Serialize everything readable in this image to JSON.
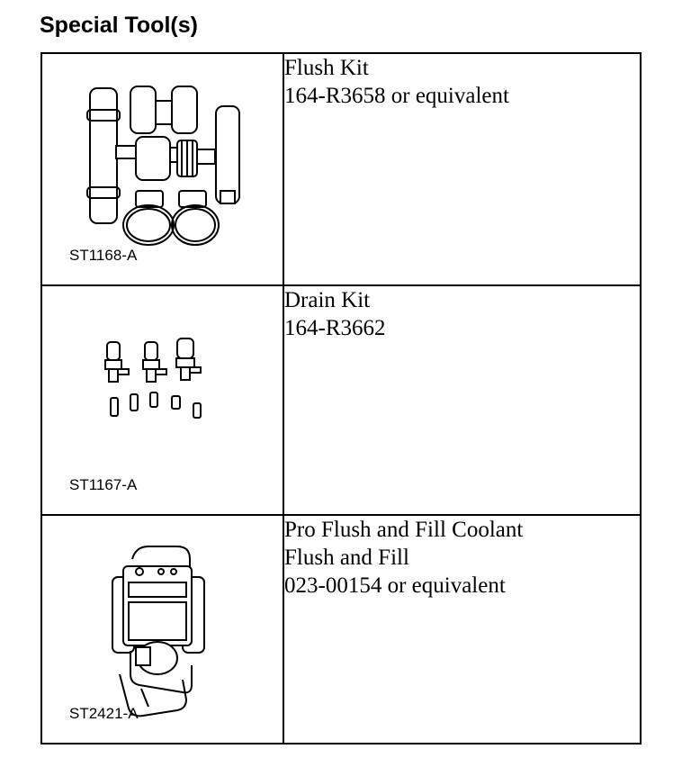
{
  "title": "Special Tool(s)",
  "tools": [
    {
      "code": "ST1168-A",
      "lines": [
        "Flush Kit",
        "164-R3658 or equivalent"
      ],
      "icon": "flush-kit-illustration"
    },
    {
      "code": "ST1167-A",
      "lines": [
        "Drain Kit",
        "164-R3662"
      ],
      "icon": "drain-kit-illustration"
    },
    {
      "code": "ST2421-A",
      "lines": [
        "Pro Flush and Fill Coolant",
        "Flush and Fill",
        "023-00154 or equivalent"
      ],
      "icon": "flush-fill-machine-illustration"
    }
  ]
}
